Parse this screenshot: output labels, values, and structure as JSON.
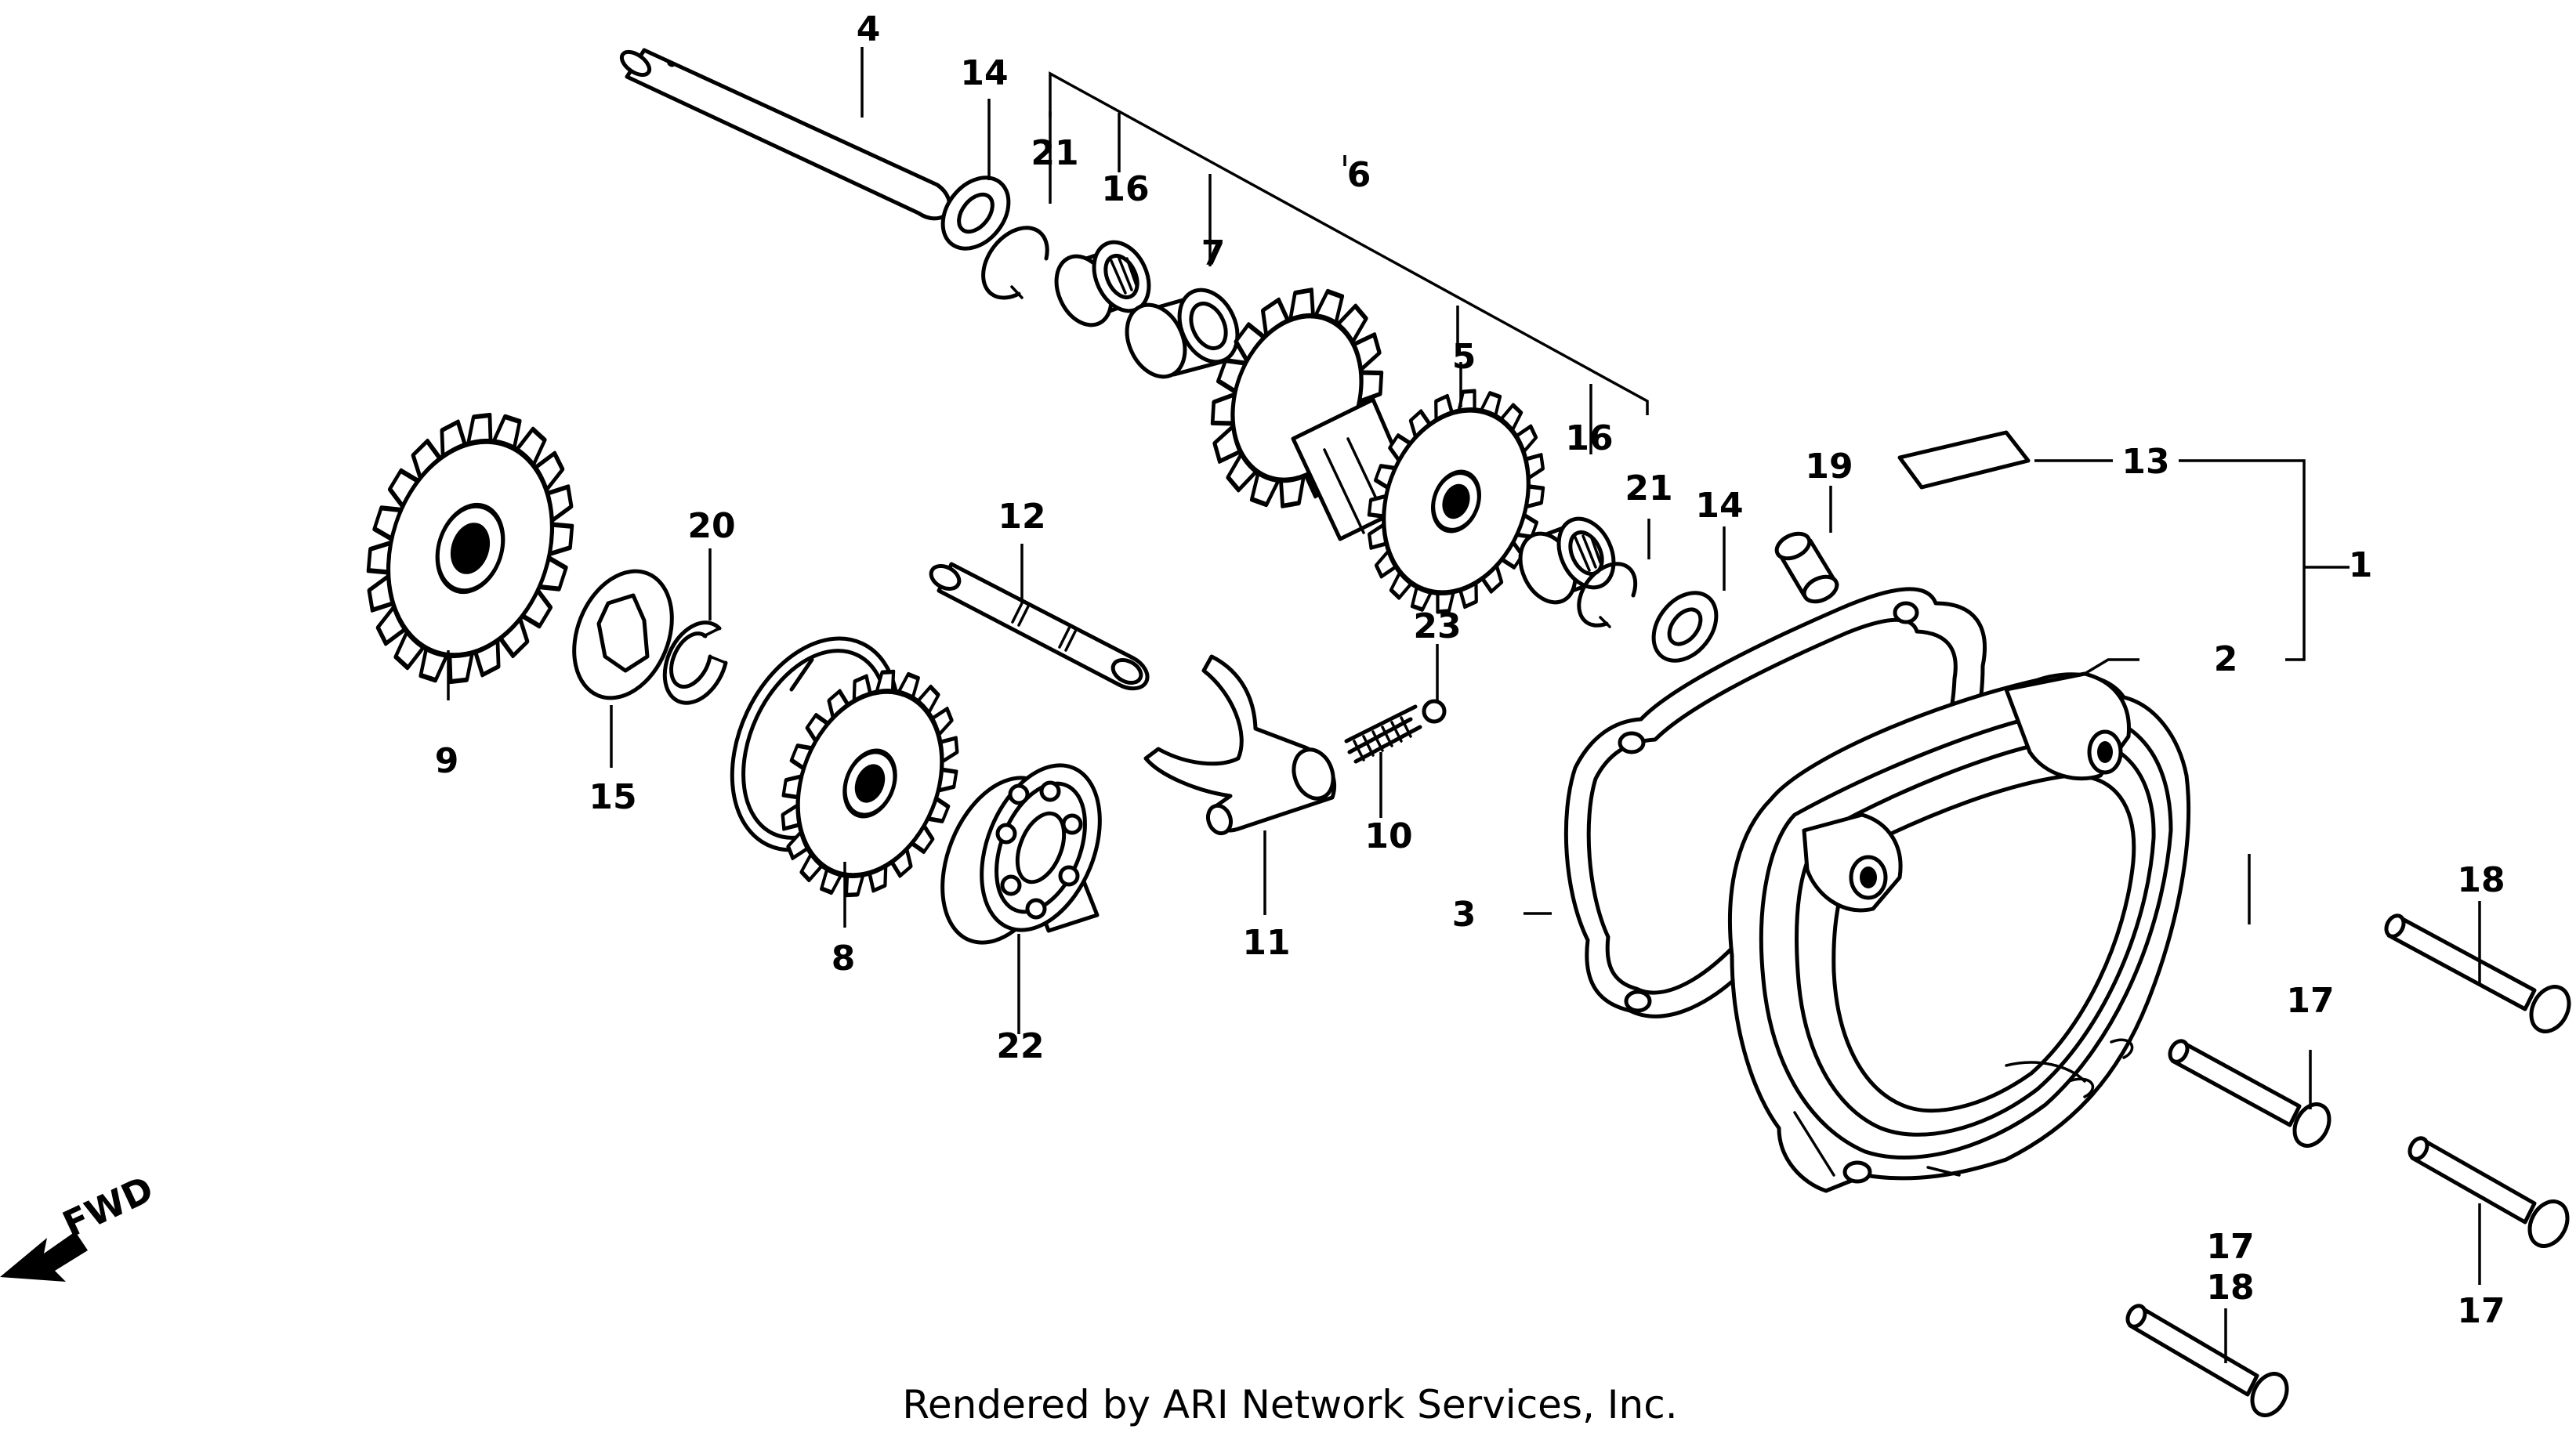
{
  "footer": {
    "credit": "Rendered by ARI Network Services, Inc."
  },
  "direction": {
    "label": "FWD"
  },
  "callouts": [
    {
      "id": "1",
      "text": "1"
    },
    {
      "id": "2",
      "text": "2"
    },
    {
      "id": "3",
      "text": "3"
    },
    {
      "id": "4",
      "text": "4"
    },
    {
      "id": "5",
      "text": "5"
    },
    {
      "id": "6",
      "text": "6"
    },
    {
      "id": "7",
      "text": "7"
    },
    {
      "id": "8",
      "text": "8"
    },
    {
      "id": "9",
      "text": "9"
    },
    {
      "id": "10",
      "text": "10"
    },
    {
      "id": "11",
      "text": "11"
    },
    {
      "id": "12",
      "text": "12"
    },
    {
      "id": "13",
      "text": "13"
    },
    {
      "id": "14a",
      "text": "14"
    },
    {
      "id": "14b",
      "text": "14"
    },
    {
      "id": "15",
      "text": "15"
    },
    {
      "id": "16a",
      "text": "16"
    },
    {
      "id": "16b",
      "text": "16"
    },
    {
      "id": "17a",
      "text": "17"
    },
    {
      "id": "17b",
      "text": "17"
    },
    {
      "id": "17c",
      "text": "17"
    },
    {
      "id": "18a",
      "text": "18"
    },
    {
      "id": "18b",
      "text": "18"
    },
    {
      "id": "19",
      "text": "19"
    },
    {
      "id": "20",
      "text": "20"
    },
    {
      "id": "21a",
      "text": "21"
    },
    {
      "id": "21b",
      "text": "21"
    },
    {
      "id": "22",
      "text": "22"
    },
    {
      "id": "23",
      "text": "23"
    }
  ],
  "colors": {
    "ink": "#000000",
    "paper": "#ffffff"
  }
}
